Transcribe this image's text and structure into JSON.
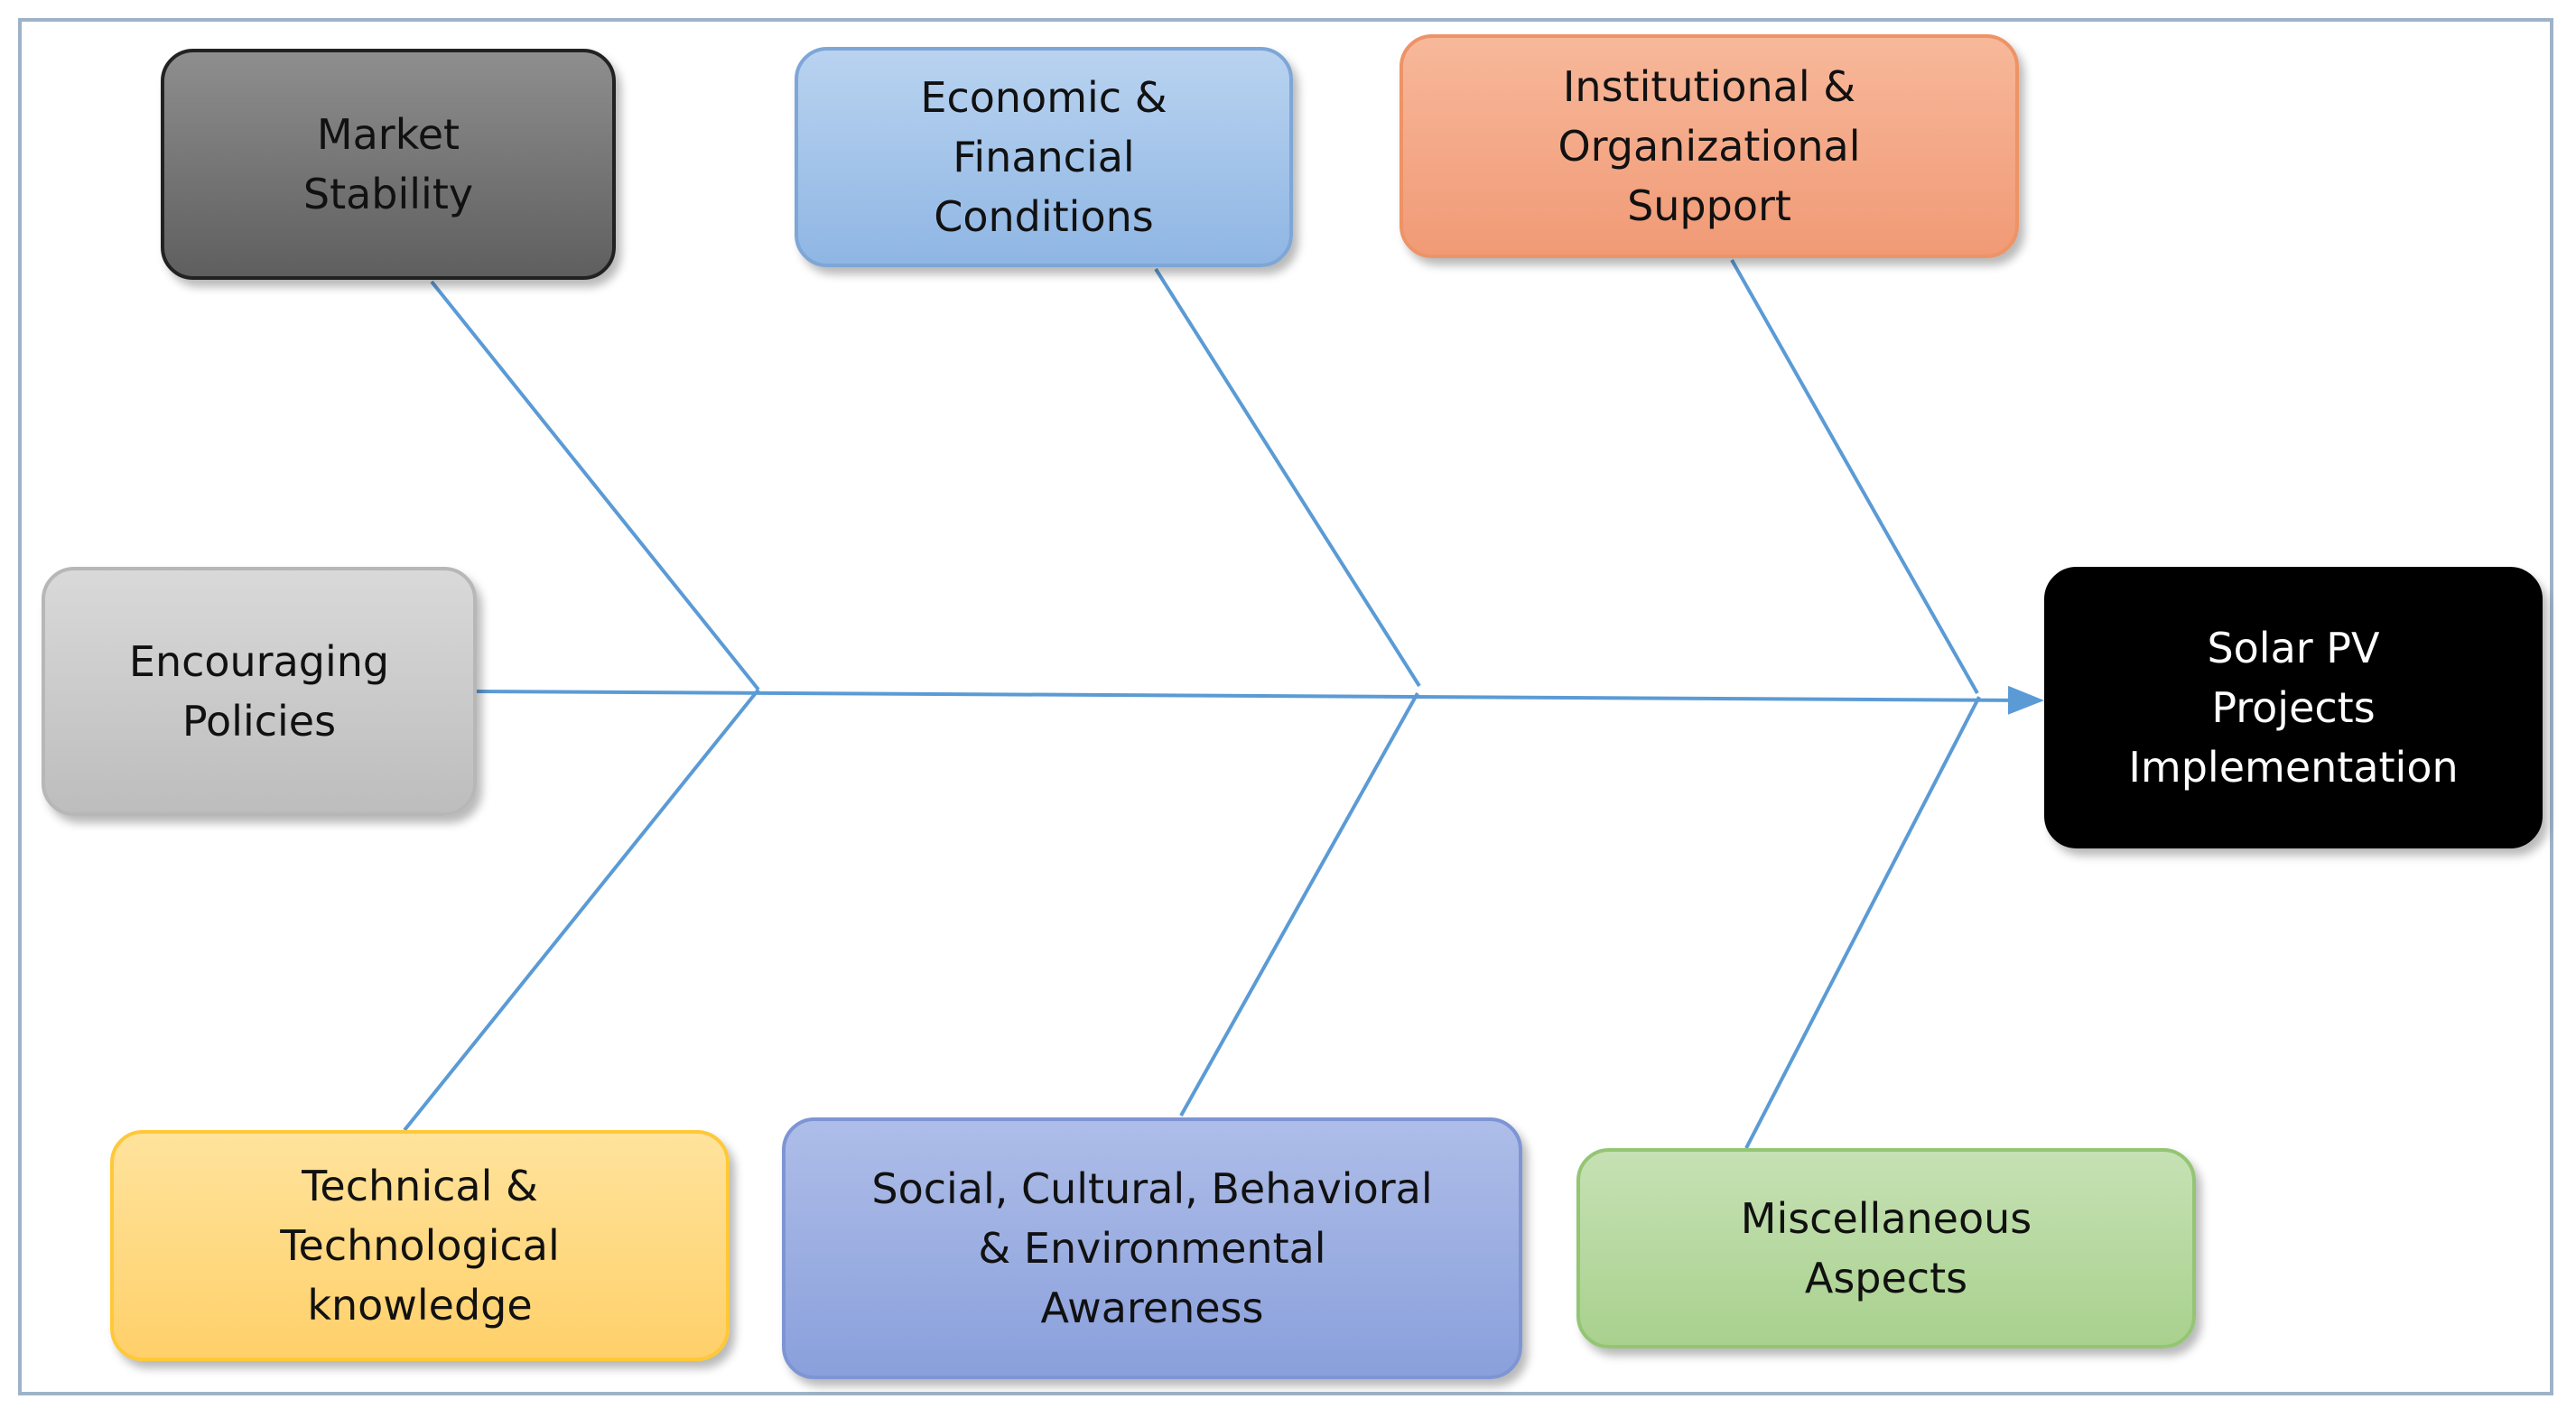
{
  "diagram": {
    "effect": "Solar PV\nProjects\nImplementation",
    "causes": {
      "market_stability": "Market\nStability",
      "economic_financial": "Economic &\nFinancial\nConditions",
      "institutional_support": "Institutional &\nOrganizational\nSupport",
      "encouraging_policies": "Encouraging\nPolicies",
      "technical_knowledge": "Technical &\nTechnological\nknowledge",
      "social_cultural": "Social, Cultural, Behavioral\n& Environmental\nAwareness",
      "miscellaneous": "Miscellaneous\nAspects"
    },
    "colors": {
      "spine": "#5b9bd5",
      "frame": "#9eb3c8",
      "market_stability": "#7f7f7f",
      "economic_financial": "#9dc3e6",
      "institutional_support": "#f4b183",
      "encouraging_policies": "#d0d0d0",
      "effect": "#000000",
      "technical_knowledge": "#ffd966",
      "social_cultural": "#8faadc",
      "miscellaneous": "#a9d18e"
    }
  }
}
